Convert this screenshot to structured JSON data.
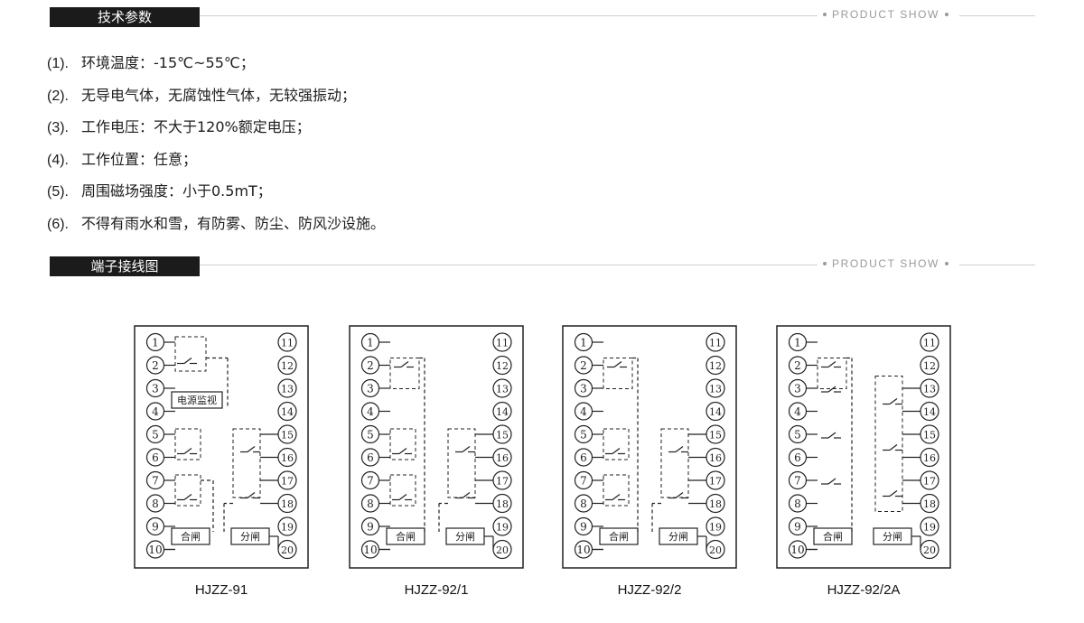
{
  "sections": [
    {
      "title": "技术参数",
      "tag": "PRODUCT SHOW"
    },
    {
      "title": "端子接线图",
      "tag": "PRODUCT SHOW"
    }
  ],
  "specs": [
    {
      "num": "(1).",
      "text": "环境温度：-15℃~55℃；"
    },
    {
      "num": "(2).",
      "text": "无导电气体，无腐蚀性气体，无较强振动；"
    },
    {
      "num": "(3).",
      "text": "工作电压：不大于120%额定电压；"
    },
    {
      "num": "(4).",
      "text": "工作位置：任意；"
    },
    {
      "num": "(5).",
      "text": "周围磁场强度：小于0.5mT；"
    },
    {
      "num": "(6).",
      "text": "不得有雨水和雪，有防雾、防尘、防风沙设施。"
    }
  ],
  "diagrams": [
    {
      "model": "HJZZ-91",
      "box_power": "电源监视",
      "box_close": "合闸",
      "box_open": "分闸"
    },
    {
      "model": "HJZZ-92/1",
      "box_close": "合闸",
      "box_open": "分闸"
    },
    {
      "model": "HJZZ-92/2",
      "box_close": "合闸",
      "box_open": "分闸"
    },
    {
      "model": "HJZZ-92/2A",
      "box_close": "合闸",
      "box_open": "分闸"
    }
  ],
  "terminals_left": [
    "1",
    "2",
    "3",
    "4",
    "5",
    "6",
    "7",
    "8",
    "9",
    "10"
  ],
  "terminals_right": [
    "11",
    "12",
    "13",
    "14",
    "15",
    "16",
    "17",
    "18",
    "19",
    "20"
  ],
  "colors": {
    "header_bg": "#1b1b1b",
    "line": "#222222",
    "tag": "#9a9a9a"
  }
}
